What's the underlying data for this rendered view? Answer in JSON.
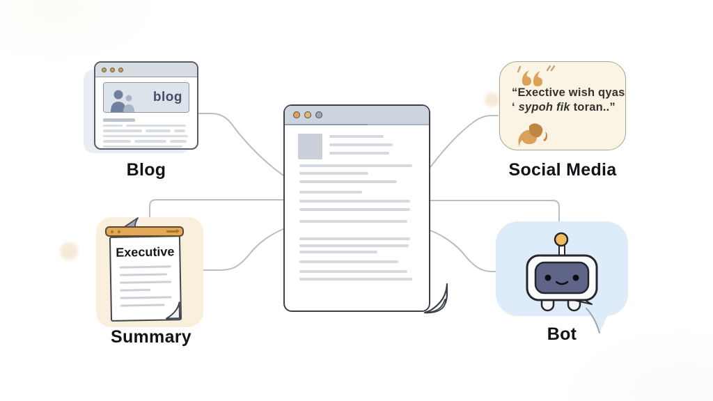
{
  "illustration": {
    "description": "content repurposing diagram: one source document fanning out to four formats",
    "center": {
      "name": "source-document"
    }
  },
  "nodes": {
    "blog": {
      "label": "Blog",
      "badge": "blog"
    },
    "social_media": {
      "label": "Social Media",
      "quote_line1": "“Exective wish qyas",
      "quote_line2_pre": "‘ ",
      "quote_line2_italic": "sypoh fik",
      "quote_line2_post": " toran..”"
    },
    "summary": {
      "label": "Summary",
      "pad_title": "Executive"
    },
    "bot": {
      "label": "Bot"
    }
  },
  "colors": {
    "accent_orange": "#E2A757",
    "window_dot_tan": "#C59E63",
    "doc_dot_orange": "#E3A34C",
    "doc_dot_gray": "#9AA6BA",
    "cream_bubble": "#FBF4E4",
    "blue_bubble": "#DEEBF8",
    "robot_screen": "#5E6588",
    "antenna_ball": "#F1BA60",
    "connector_gray": "#B9BCC1",
    "titlebar_gray": "#CDD4DE",
    "skeleton_gray": "#D6DAE0"
  }
}
